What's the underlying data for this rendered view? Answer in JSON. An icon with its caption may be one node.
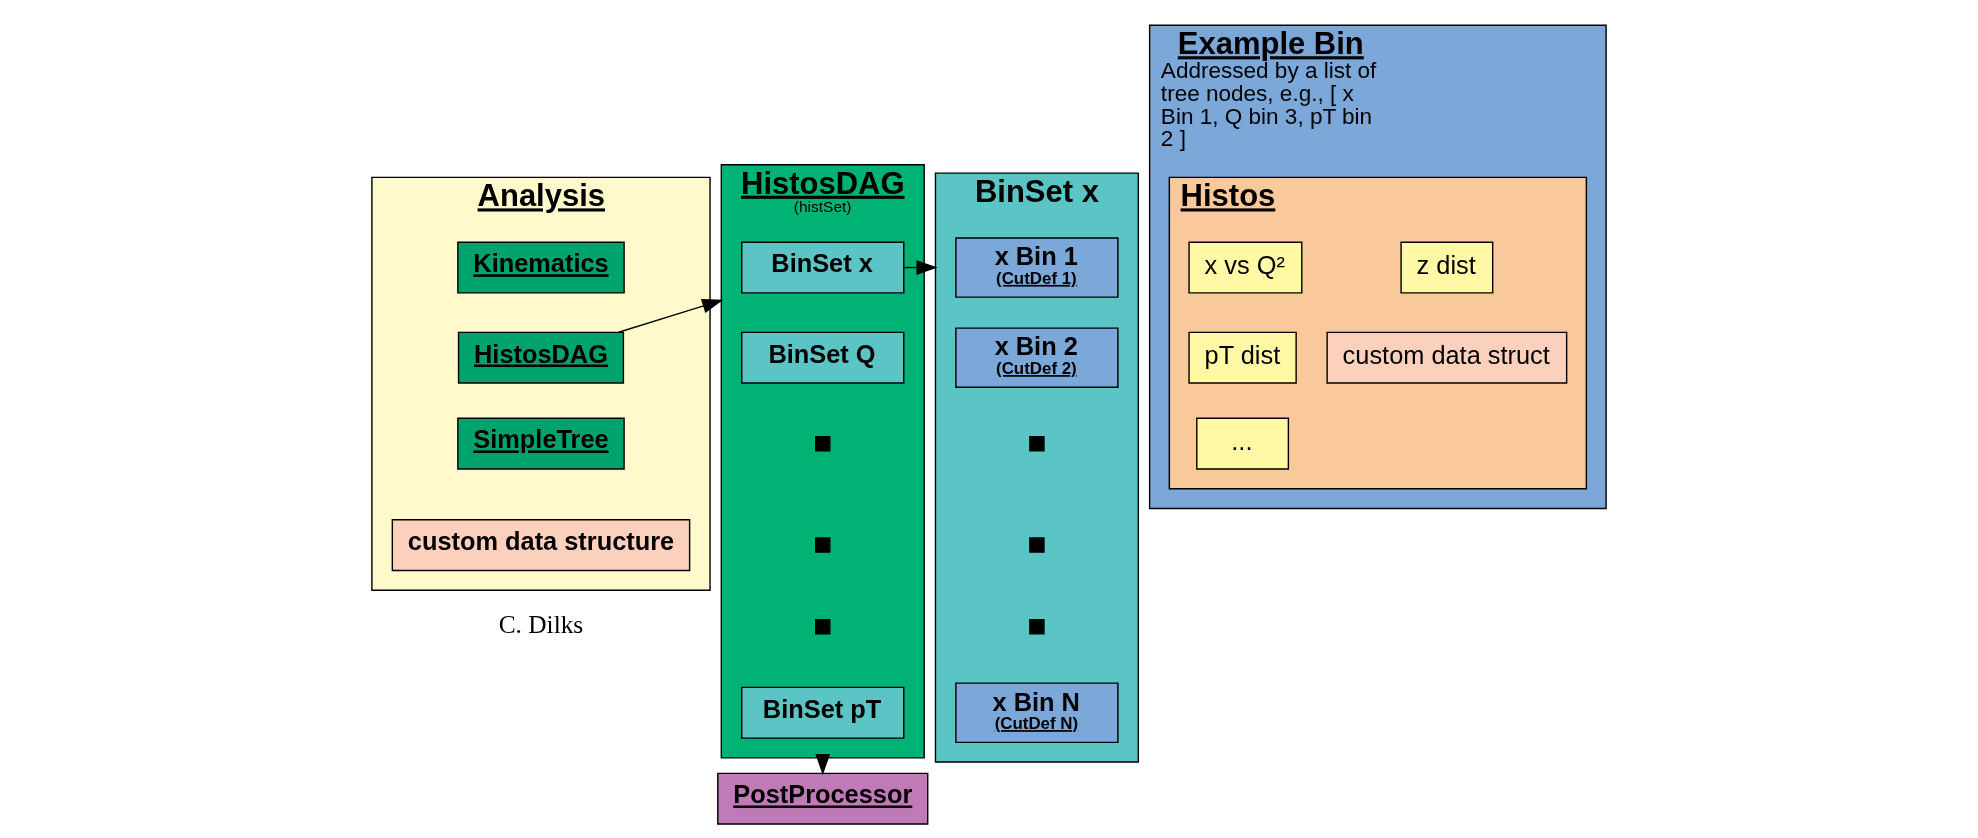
{
  "diagram": {
    "nodes": [
      {
        "text": [
          "Analysis"
        ]
      },
      {
        "text": [
          "Kinematics"
        ],
        "in": 0
      },
      {
        "text": [
          "HistosDAG"
        ],
        "in": 0
      },
      {
        "text": [
          "SimpleTree"
        ],
        "in": 0
      },
      {
        "text": [
          "custom data structure"
        ],
        "in": 0
      },
      {
        "text": [
          "HistosDAG",
          "(histSet)"
        ]
      },
      {
        "text": [
          "BinSet x"
        ],
        "in": 5
      },
      {
        "text": [
          "BinSet Q"
        ],
        "in": 5
      },
      {
        "text": [],
        "shape": "box",
        "in": 5
      },
      {
        "text": [],
        "shape": "box",
        "in": 5
      },
      {
        "text": [],
        "shape": "box",
        "in": 5
      },
      {
        "text": [
          "BinSet pT"
        ],
        "in": 5
      },
      {
        "text": [
          "PostProcessor"
        ]
      },
      {
        "text": [
          "BinSet x"
        ]
      },
      {
        "text": [
          "x Bin 1",
          "(CutDef 1)"
        ],
        "in": 13
      },
      {
        "text": [
          "x Bin 2",
          "(CutDef 2)"
        ],
        "in": 13
      },
      {
        "text": [],
        "shape": "box",
        "in": 13
      },
      {
        "text": [],
        "shape": "box",
        "in": 13
      },
      {
        "text": [],
        "shape": "box",
        "in": 13
      },
      {
        "text": [
          "x Bin N",
          "(CutDef N)"
        ],
        "in": 13
      },
      {
        "text": [
          "Example Bin",
          "Addressed by a list of tree nodes, e.g., [ x Bin 1, Q bin 3, pT bin 2 ]"
        ]
      },
      {
        "text": [
          "Histos"
        ],
        "in": 20
      },
      {
        "text": [
          "x vs Q²"
        ],
        "in": 21
      },
      {
        "text": [
          "z dist"
        ],
        "in": 21
      },
      {
        "text": [
          "pT dist"
        ],
        "in": 21
      },
      {
        "text": [
          "custom data struct"
        ],
        "in": 21
      },
      {
        "text": [
          "..."
        ],
        "in": 21
      }
    ],
    "edges": [
      {
        "from": 2,
        "to": 5,
        "arrow": "to"
      },
      {
        "from": 6,
        "to": 13,
        "arrow": "to"
      },
      {
        "from": 5,
        "to": 12,
        "arrow": "to"
      }
    ],
    "labels": [
      "C. Dilks"
    ]
  }
}
